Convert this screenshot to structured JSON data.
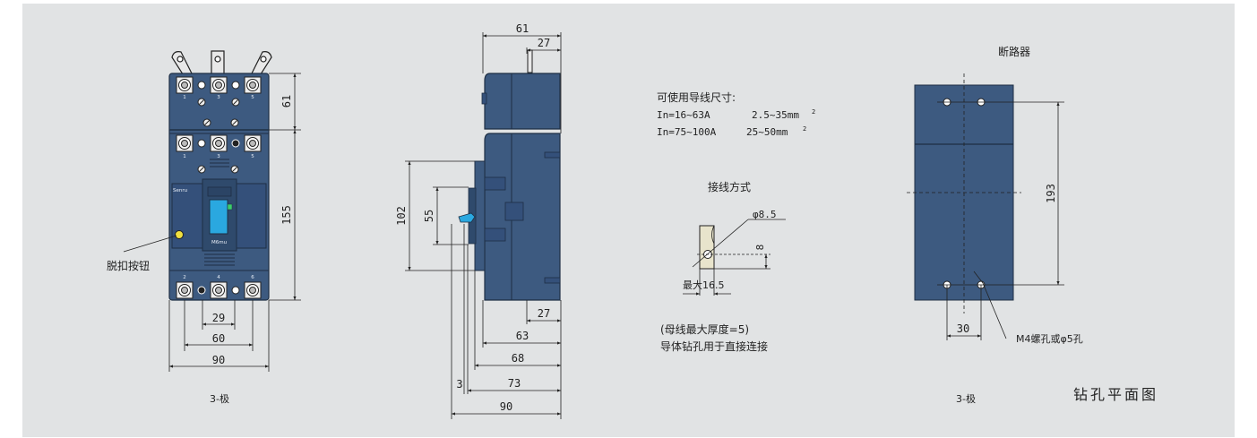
{
  "front_view": {
    "dims": {
      "h_top": "61",
      "h_main": "155",
      "w_pitch": "29",
      "w_mid": "60",
      "w_total": "90"
    },
    "terminal_numbers_top": [
      "1",
      "3",
      "5"
    ],
    "terminal_numbers_mid": [
      "1",
      "3",
      "5"
    ],
    "terminal_numbers_bottom": [
      "2",
      "4",
      "6"
    ],
    "brand_label": "Senru",
    "handle_label": "M6mu",
    "trip_button_label": "脱扣按钮",
    "caption": "3-极"
  },
  "side_view": {
    "dims": {
      "top_w": "61",
      "top_w2": "27",
      "h_outer": "102",
      "h_inner": "55",
      "bot_27": "27",
      "d63": "63",
      "d68": "68",
      "d3": "3",
      "d73": "73",
      "d90": "90"
    }
  },
  "wiring": {
    "spec_title": "可使用导线尺寸:",
    "spec_line1_left": "In=16~63A",
    "spec_line1_right": "2.5~35mm",
    "spec_line2_left": "In=75~100A",
    "spec_line2_right": "25~50mm",
    "superscript": "2",
    "method_title": "接线方式",
    "hole_dim": "φ8.5",
    "edge_dim": "8",
    "max_width": "最大16.5",
    "note_line1": "(母线最大厚度=5)",
    "note_line2": "导体钻孔用于直接连接"
  },
  "drilling": {
    "top_label": "断路器",
    "height_dim": "193",
    "width_dim": "30",
    "hole_label": "M4螺孔或φ5孔",
    "caption": "3-极",
    "title": "钻孔平面图"
  },
  "colors": {
    "body": "#3d5a80",
    "body_dark": "#2f4a6c",
    "line": "#222222",
    "background": "#e1e3e4",
    "handle": "#2aa8e0",
    "button": "#f0e040"
  }
}
